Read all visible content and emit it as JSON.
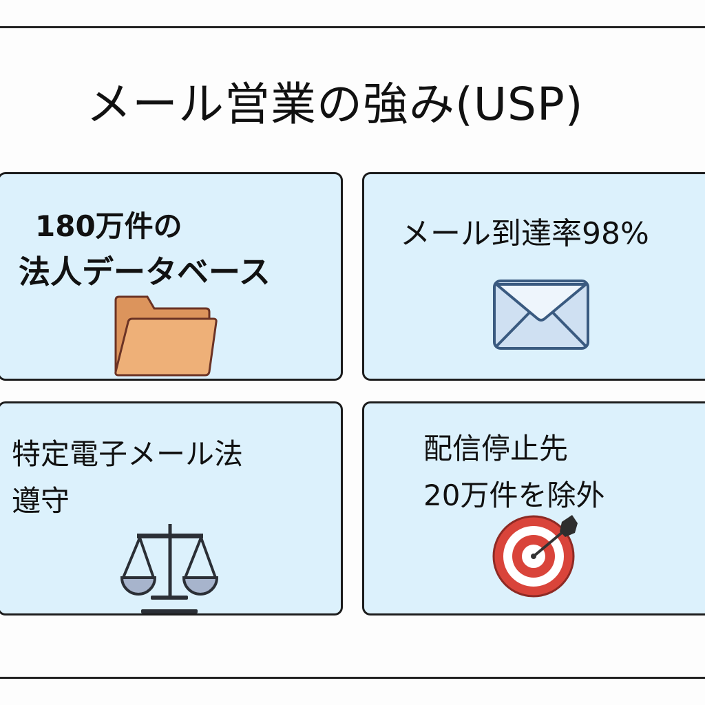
{
  "title": "メール営業の強み(USP)",
  "cards": [
    {
      "line1": "180万件の",
      "line2": "法人データベース",
      "icon": "folder-icon"
    },
    {
      "line1": "メール到達率98%",
      "icon": "envelope-icon"
    },
    {
      "line1": "特定電子メール法",
      "line2": "遵守",
      "icon": "scales-icon"
    },
    {
      "line1": "配信停止先",
      "line2": "20万件を除外",
      "icon": "target-icon"
    }
  ],
  "colors": {
    "card_bg": "#dcf1fc",
    "border": "#1c1c1c",
    "folder": "#eeb078",
    "envelope": "#cfe0f2",
    "target_red": "#d9443a"
  }
}
